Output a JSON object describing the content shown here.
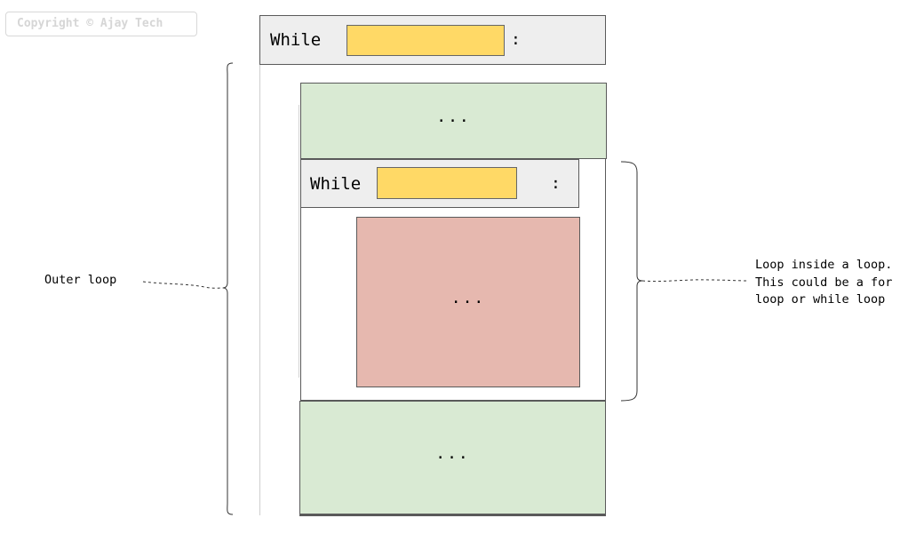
{
  "watermark": "Copyright © Ajay Tech",
  "outer_loop": {
    "keyword": "While",
    "colon": ":",
    "top_body_text": "...",
    "bottom_body_text": "..."
  },
  "inner_loop": {
    "keyword": "While",
    "colon": ":",
    "body_text": "..."
  },
  "annotations": {
    "outer_label": "Outer loop",
    "inner_label": "Loop inside a loop.\nThis could be a for\nloop or while loop"
  },
  "colors": {
    "header_fill": "#eeeeee",
    "condition_fill": "#ffd966",
    "outer_body_fill": "#d9ead3",
    "inner_body_fill": "#e6b8af"
  }
}
